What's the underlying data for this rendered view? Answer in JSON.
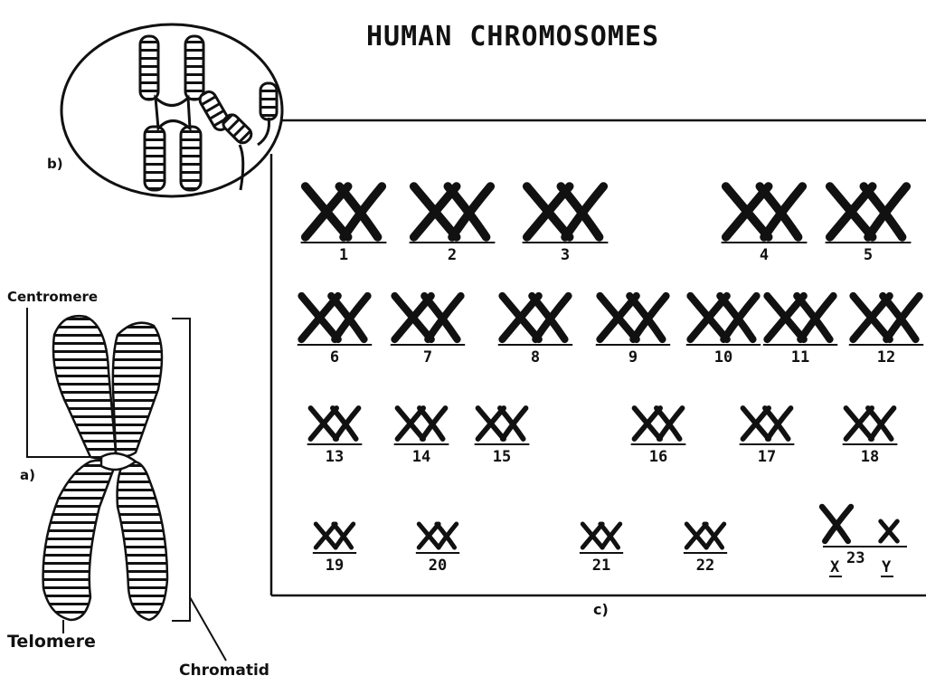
{
  "title": "HUMAN CHROMOSOMES",
  "labels": {
    "b": "b)",
    "a": "a)",
    "c": "c)",
    "centromere": "Centromere",
    "telomere": "Telomere",
    "chromatid": "Chromatid"
  },
  "karyotype": {
    "rows": [
      [
        "1",
        "2",
        "3",
        "4",
        "5"
      ],
      [
        "6",
        "7",
        "8",
        "9",
        "10",
        "11",
        "12"
      ],
      [
        "13",
        "14",
        "15",
        "16",
        "17",
        "18"
      ],
      [
        "19",
        "20",
        "21",
        "22"
      ]
    ],
    "sex": {
      "x": "X",
      "num": "23",
      "y": "Y"
    }
  }
}
